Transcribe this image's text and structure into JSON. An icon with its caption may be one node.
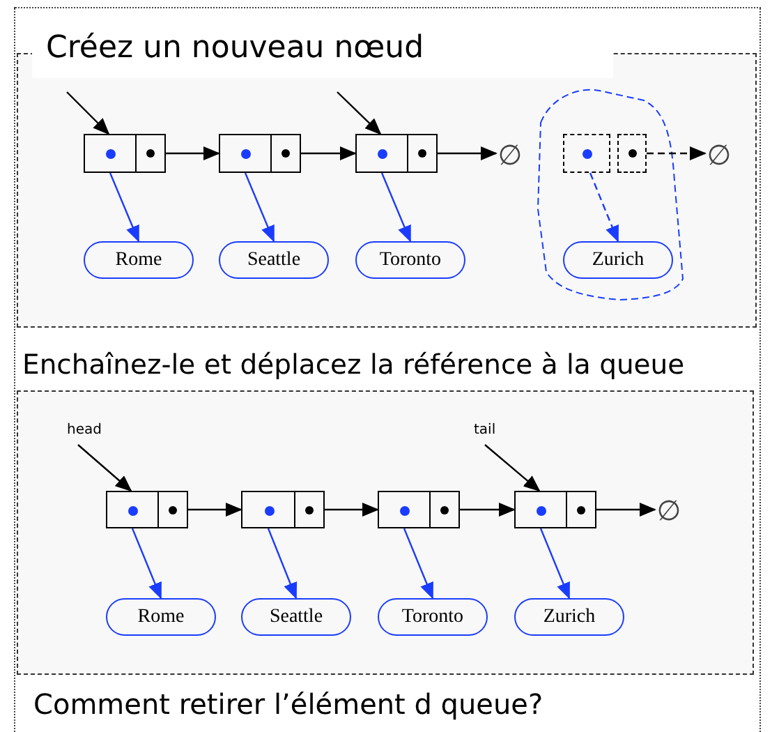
{
  "diagram": {
    "nodes": [
      {
        "text": [],
        "shape": "box"
      },
      {
        "text": [],
        "shape": "box",
        "in": 0
      },
      {
        "text": [],
        "shape": "box",
        "in": 0
      },
      {
        "text": [],
        "shape": "box",
        "in": 0
      },
      {
        "text": [
          "∅"
        ],
        "in": 0
      },
      {
        "text": [],
        "shape": "box",
        "in": 0
      },
      {
        "text": [
          "∅"
        ],
        "in": 0
      },
      {
        "text": [
          "Rome"
        ],
        "in": 0
      },
      {
        "text": [
          "Seattle"
        ],
        "in": 0
      },
      {
        "text": [
          "Toronto"
        ],
        "in": 0
      },
      {
        "text": [
          "Zurich"
        ],
        "in": 0
      },
      {
        "text": [],
        "shape": "box"
      },
      {
        "text": [
          "head"
        ],
        "in": 11
      },
      {
        "text": [
          "tail"
        ],
        "in": 11
      },
      {
        "text": [],
        "shape": "box",
        "in": 11
      },
      {
        "text": [],
        "shape": "box",
        "in": 11
      },
      {
        "text": [],
        "shape": "box",
        "in": 11
      },
      {
        "text": [],
        "shape": "box",
        "in": 11
      },
      {
        "text": [
          "∅"
        ],
        "in": 11
      },
      {
        "text": [
          "Rome"
        ],
        "in": 11
      },
      {
        "text": [
          "Seattle"
        ],
        "in": 11
      },
      {
        "text": [
          "Toronto"
        ],
        "in": 11
      },
      {
        "text": [
          "Zurich"
        ],
        "in": 11
      }
    ],
    "edges": [
      {
        "from": null,
        "to": 1,
        "arrow": "to"
      },
      {
        "from": null,
        "to": 3,
        "arrow": "to"
      },
      {
        "from": 1,
        "to": 2,
        "arrow": "to"
      },
      {
        "from": 2,
        "to": 3,
        "arrow": "to"
      },
      {
        "from": 3,
        "to": 4,
        "arrow": "to"
      },
      {
        "from": 5,
        "to": 6,
        "arrow": "to",
        "style": "dashed"
      },
      {
        "from": 1,
        "to": 7,
        "arrow": "to",
        "color": "#1a3cff"
      },
      {
        "from": 2,
        "to": 8,
        "arrow": "to",
        "color": "#1a3cff"
      },
      {
        "from": 3,
        "to": 9,
        "arrow": "to",
        "color": "#1a3cff"
      },
      {
        "from": 5,
        "to": 10,
        "arrow": "to",
        "style": "dashed",
        "color": "#1a3cff"
      },
      {
        "from": 12,
        "to": 14,
        "arrow": "to"
      },
      {
        "from": 13,
        "to": 17,
        "arrow": "to"
      },
      {
        "from": 14,
        "to": 15,
        "arrow": "to"
      },
      {
        "from": 15,
        "to": 16,
        "arrow": "to"
      },
      {
        "from": 16,
        "to": 17,
        "arrow": "to"
      },
      {
        "from": 17,
        "to": 18,
        "arrow": "to"
      },
      {
        "from": 14,
        "to": 19,
        "arrow": "to",
        "color": "#1a3cff"
      },
      {
        "from": 15,
        "to": 20,
        "arrow": "to",
        "color": "#1a3cff"
      },
      {
        "from": 16,
        "to": 21,
        "arrow": "to",
        "color": "#1a3cff"
      },
      {
        "from": 17,
        "to": 22,
        "arrow": "to",
        "color": "#1a3cff"
      }
    ],
    "labels": [
      "Créez un nouveau nœud",
      "Enchaînez-le et déplacez la référence à la queue",
      "Comment retirer l’élément d queue?"
    ]
  }
}
